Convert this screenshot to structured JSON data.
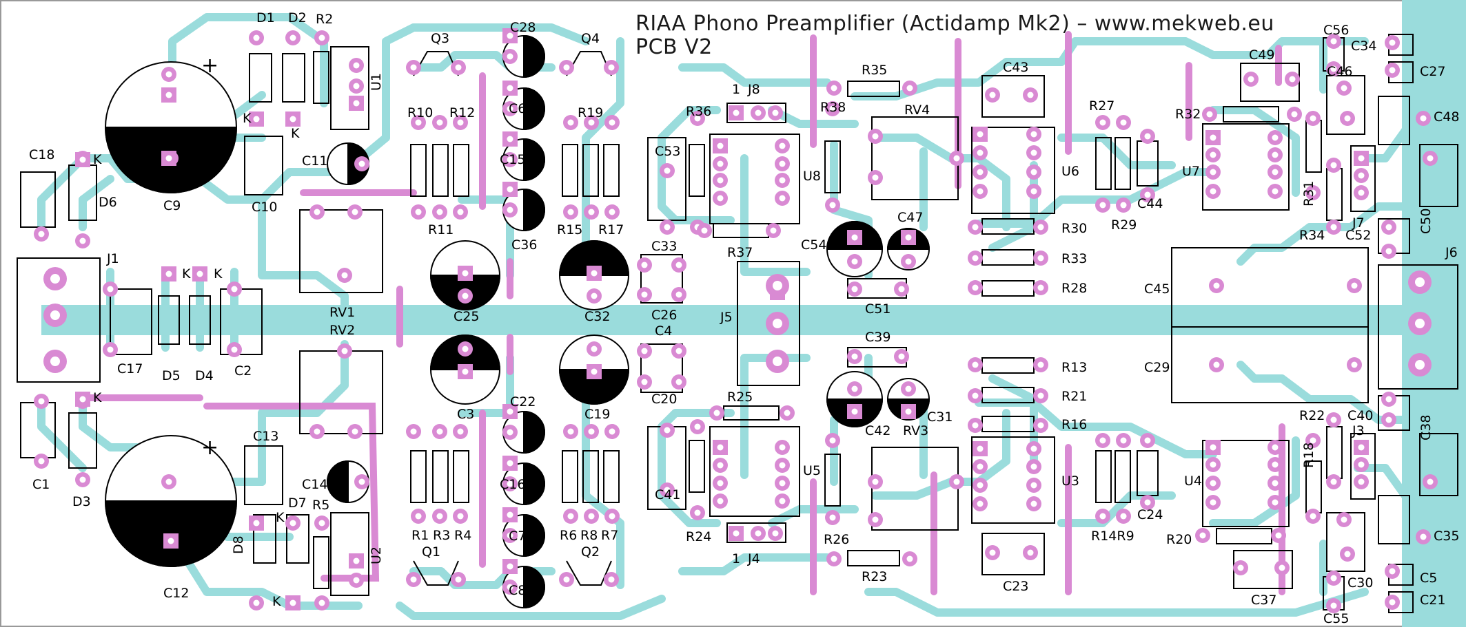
{
  "header": {
    "title": "RIAA Phono Preamplifier (Actidamp Mk2) – www.mekweb.eu",
    "subtitle": "PCB V2"
  },
  "colors": {
    "background": "#ffffff",
    "copper_top": "#9adcdc",
    "copper_bottom": "#d98ad3",
    "silkscreen": "#000000"
  },
  "labels": {
    "D1": "D1",
    "D2": "D2",
    "R2": "R2",
    "U1": "U1",
    "C9": "C9",
    "C10": "C10",
    "C11": "C11",
    "C18": "C18",
    "D6": "D6",
    "J1": "J1",
    "C17": "C17",
    "D5": "D5",
    "D4": "D4",
    "C2": "C2",
    "C1": "C1",
    "D3": "D3",
    "C12": "C12",
    "C13": "C13",
    "D7": "D7",
    "R5": "R5",
    "C14": "C14",
    "D8": "D8",
    "U2": "U2",
    "RV1": "RV1",
    "RV2": "RV2",
    "Q3": "Q3",
    "R10": "R10",
    "R12": "R12",
    "R11": "R11",
    "C28": "C28",
    "C6": "C6",
    "C15": "C15",
    "C36": "C36",
    "C25": "C25",
    "C3": "C3",
    "C22": "C22",
    "C16": "C16",
    "C7": "C7",
    "C8": "C8",
    "R1": "R1",
    "R3": "R3",
    "R4": "R4",
    "Q1": "Q1",
    "Q4": "Q4",
    "R19": "R19",
    "R15": "R15",
    "R17": "R17",
    "C32": "C32",
    "C19": "C19",
    "R6": "R6",
    "R8": "R8",
    "R7": "R7",
    "Q2": "Q2",
    "C33": "C33",
    "C26": "C26",
    "C4": "C4",
    "C20": "C20",
    "J5": "J5",
    "R36": "R36",
    "J8": "J8",
    "C53": "C53",
    "U8": "U8",
    "R37": "R37",
    "R35": "R35",
    "R38": "R38",
    "RV4": "RV4",
    "C54": "C54",
    "C47": "C47",
    "C51": "C51",
    "C43": "C43",
    "U6": "U6",
    "R27": "R27",
    "R29": "R29",
    "C44": "C44",
    "R30": "R30",
    "R33": "R33",
    "R28": "R28",
    "R25": "R25",
    "U5": "U5",
    "C41": "C41",
    "R24": "R24",
    "J4": "J4",
    "R26": "R26",
    "R23": "R23",
    "C39": "C39",
    "C42": "C42",
    "RV3": "RV3",
    "C31": "C31",
    "R13": "R13",
    "R21": "R21",
    "R16": "R16",
    "U3": "U3",
    "C23": "C23",
    "R14R9": "R14R9",
    "C24": "C24",
    "C49": "C49",
    "R32": "R32",
    "U7": "U7",
    "C56": "C56",
    "C34": "C34",
    "C27": "C27",
    "C46": "C46",
    "C48": "C48",
    "R31": "R31",
    "R34": "R34",
    "J7": "J7",
    "C52": "C52",
    "C50": "C50",
    "J6": "J6",
    "C45": "C45",
    "C29": "C29",
    "R22": "R22",
    "C40": "C40",
    "J3": "J3",
    "C38": "C38",
    "R18": "R18",
    "U4": "U4",
    "R20": "R20",
    "C37": "C37",
    "C35": "C35",
    "C30": "C30",
    "C5": "C5",
    "C21": "C21",
    "C55": "C55",
    "K": "K",
    "one": "1",
    "plus": "+"
  }
}
